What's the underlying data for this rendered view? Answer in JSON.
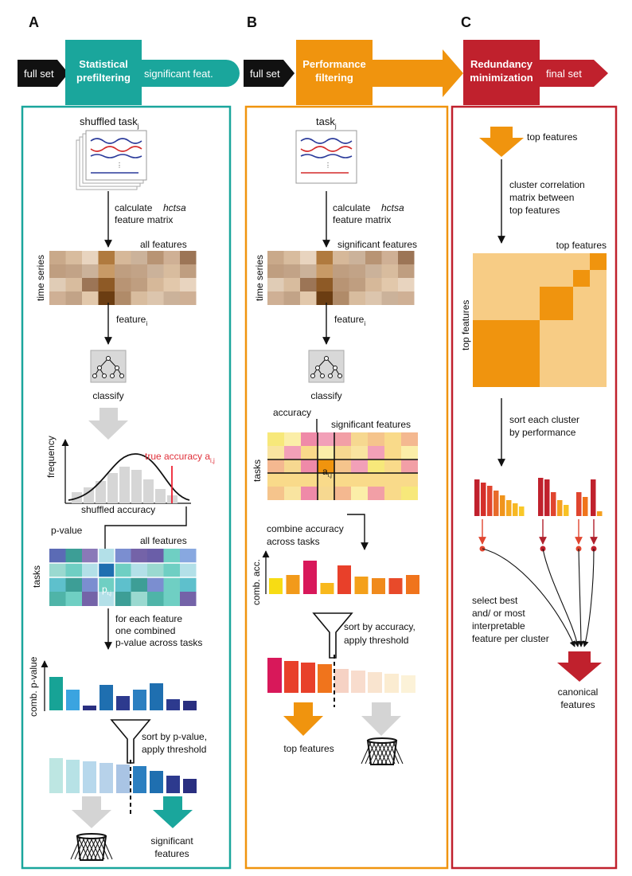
{
  "panels": {
    "a": {
      "letter": "A",
      "flow": {
        "input": "full set",
        "stage_line1": "Statistical",
        "stage_line2": "prefiltering",
        "output": "significant feat."
      },
      "task_label": "shuffled task",
      "task_sub": "j",
      "calc_line1": "calculate",
      "calc_hctsa": "hctsa",
      "calc_line2": "feature matrix",
      "all_features": "all features",
      "time_series": "time series",
      "feature_label": "feature",
      "feature_sub": "i",
      "classify": "classify",
      "frequency": "frequency",
      "true_accuracy": "true accuracy a",
      "true_accuracy_sub": "i,j",
      "shuffled_accuracy": "shuffled accuracy",
      "p_value": "p-value",
      "all_features_2": "all features",
      "tasks": "tasks",
      "pij": "p",
      "pij_sub": "i,j",
      "combine_line1": "for each feature",
      "combine_line2": "one combined",
      "combine_line3": "p-value across tasks",
      "comb_pvalue": "comb. p-value",
      "sort_line1": "sort by p-value,",
      "sort_line2": "apply threshold",
      "result_line1": "significant",
      "result_line2": "features"
    },
    "b": {
      "letter": "B",
      "flow": {
        "input": "full set",
        "stage_line1": "Performance",
        "stage_line2": "filtering"
      },
      "task_label": "task",
      "task_sub": "j",
      "calc_line1": "calculate",
      "calc_hctsa": "hctsa",
      "calc_line2": "feature matrix",
      "sig_features": "significant features",
      "time_series": "time series",
      "feature_label": "feature",
      "feature_sub": "i",
      "classify": "classify",
      "accuracy": "accuracy",
      "sig_features_2": "significant features",
      "tasks": "tasks",
      "aij": "a",
      "aij_sub": "i,j",
      "combine_line1": "combine accuracy",
      "combine_line2": "across tasks",
      "comb_acc": "comb. acc.",
      "sort_line1": "sort by accuracy,",
      "sort_line2": "apply threshold",
      "top_features": "top features"
    },
    "c": {
      "letter": "C",
      "flow": {
        "stage_line1": "Redundancy",
        "stage_line2": "minimization",
        "output": "final set"
      },
      "top_features": "top features",
      "cluster_line1": "cluster correlation",
      "cluster_line2": "matrix between",
      "cluster_line3": "top features",
      "matrix_top": "top features",
      "matrix_side": "top features",
      "sort_line1": "sort each cluster",
      "sort_line2": "by performance",
      "select_line1": "select best",
      "select_line2": "and/ or most",
      "select_line3": "interpretable",
      "select_line4": "feature per cluster",
      "canonical_line1": "canonical",
      "canonical_line2": "features"
    }
  },
  "colors": {
    "teal": "#1aa69c",
    "orange": "#f0940e",
    "red": "#c0212d",
    "grey": "#d4d4d4"
  }
}
